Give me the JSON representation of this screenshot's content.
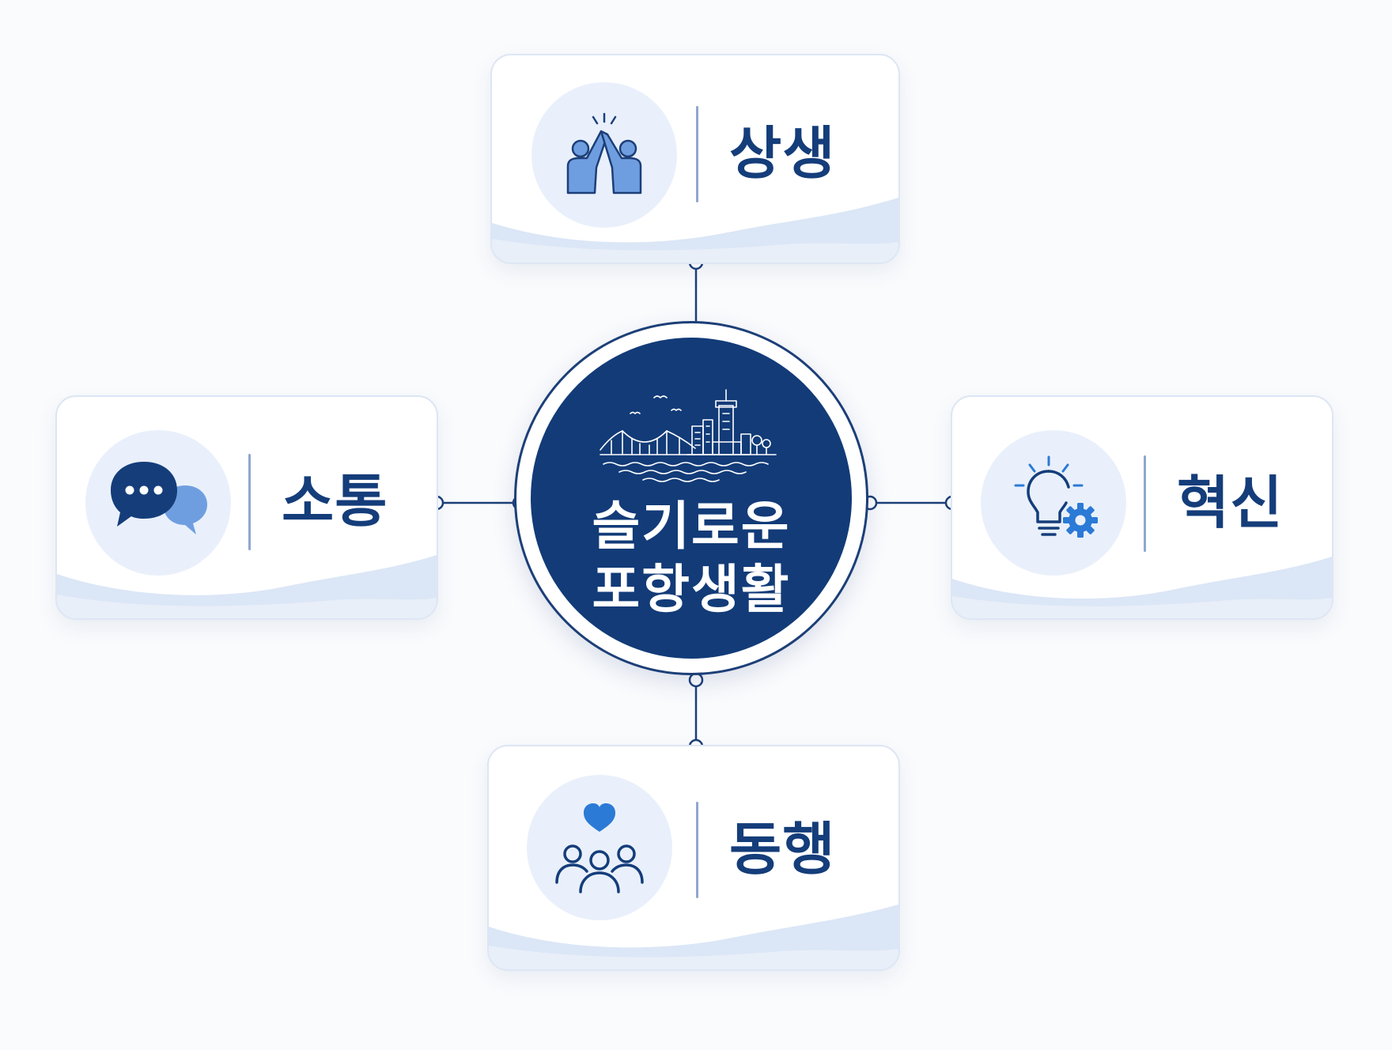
{
  "center": {
    "title_line1": "슬기로운",
    "title_line2": "포항생활"
  },
  "cards": {
    "top": {
      "label": "상생",
      "icon": "high-five-icon"
    },
    "left": {
      "label": "소통",
      "icon": "chat-bubbles-icon"
    },
    "right": {
      "label": "혁신",
      "icon": "lightbulb-gear-icon"
    },
    "bottom": {
      "label": "동행",
      "icon": "people-heart-icon"
    }
  },
  "colors": {
    "navy": "#123b78",
    "label_text": "#143d7a",
    "accent_blue": "#2b7ad6",
    "light_blue": "#6f9ee0",
    "card_border": "#dde6f4",
    "icon_bg": "#e9f0fb",
    "wave": "#dbe6f6",
    "connector": "#1c3f78"
  }
}
